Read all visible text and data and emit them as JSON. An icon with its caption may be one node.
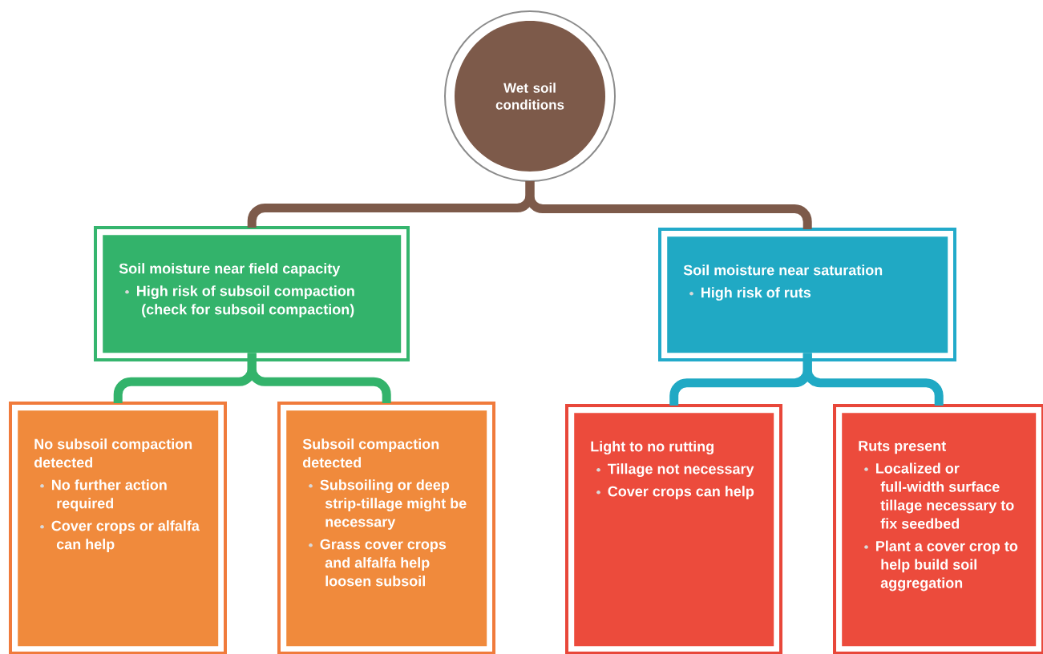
{
  "diagram": {
    "nodes": [
      {
        "text": [
          "Wet soil conditions"
        ]
      },
      {
        "text": [
          "Soil moisture near field capacity",
          "High risk of subsoil compaction (check for subsoil compaction)"
        ]
      },
      {
        "text": [
          "Soil moisture near saturation",
          "High risk of ruts"
        ]
      },
      {
        "text": [
          "No subsoil compaction detected",
          "No further action required",
          "Cover crops or alfalfa can help"
        ]
      },
      {
        "text": [
          "Subsoil compaction detected",
          "Subsoiling or deep strip-tillage might be necessary",
          "Grass cover crops and alfalfa help loosen subsoil"
        ]
      },
      {
        "text": [
          "Light to no rutting",
          "Tillage not necessary",
          "Cover crops can help"
        ]
      },
      {
        "text": [
          "Ruts present",
          "Localized or full-width surface tillage necessary to fix seedbed",
          "Plant a cover crop to help build soil aggregation"
        ]
      }
    ],
    "edges": [
      {
        "from": 0,
        "to": 1,
        "arrow": "none",
        "color": "#7d5a4a"
      },
      {
        "from": 0,
        "to": 2,
        "arrow": "none",
        "color": "#7d5a4a"
      },
      {
        "from": 1,
        "to": 3,
        "arrow": "none",
        "color": "#33b36b"
      },
      {
        "from": 1,
        "to": 4,
        "arrow": "none",
        "color": "#33b36b"
      },
      {
        "from": 2,
        "to": 5,
        "arrow": "none",
        "color": "#20a9c4"
      },
      {
        "from": 2,
        "to": 6,
        "arrow": "none",
        "color": "#20a9c4"
      }
    ]
  }
}
